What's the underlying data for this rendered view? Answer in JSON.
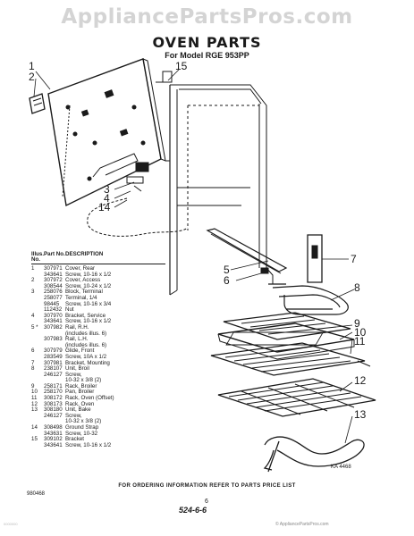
{
  "watermark": "AppliancePartsPros.com",
  "title": "OVEN PARTS",
  "subtitle": "For Model RGE 953PP",
  "callouts": [
    "1",
    "2",
    "3",
    "4",
    "14",
    "15",
    "5",
    "6",
    "7",
    "8",
    "9",
    "10",
    "11",
    "12",
    "13"
  ],
  "figure_ref": "KA 4468",
  "table": {
    "headers": {
      "illus": "Illus. No.",
      "part": "Part No.",
      "description": "DESCRIPTION"
    },
    "rows": [
      {
        "illus": "1",
        "part": "307971",
        "description": "Cover, Rear"
      },
      {
        "illus": "",
        "part": "343641",
        "description": "Screw, 10-16 x 1/2"
      },
      {
        "illus": "2",
        "part": "307972",
        "description": "Cover, Access"
      },
      {
        "illus": "",
        "part": "308544",
        "description": "Screw, 10-24 x 1/2"
      },
      {
        "illus": "3",
        "part": "258076",
        "description": "Block, Terminal"
      },
      {
        "illus": "",
        "part": "258077",
        "description": "Terminal, 1/4"
      },
      {
        "illus": "",
        "part": "98445",
        "description": "Screw, 10-16 x 3/4"
      },
      {
        "illus": "",
        "part": "112432",
        "description": "Nut"
      },
      {
        "illus": "4",
        "part": "307970",
        "description": "Bracket, Service"
      },
      {
        "illus": "",
        "part": "343641",
        "description": "Screw, 10-16 x 1/2"
      },
      {
        "illus": "5 *",
        "part": "307982",
        "description": "Rail, R.H."
      },
      {
        "illus": "",
        "part": "",
        "description": "(includes illus. 6)"
      },
      {
        "illus": "",
        "part": "307983",
        "description": "Rail, L.H."
      },
      {
        "illus": "",
        "part": "",
        "description": "(includes illus. 6)"
      },
      {
        "illus": "6",
        "part": "307979",
        "description": "Glide, Front"
      },
      {
        "illus": "",
        "part": "283549",
        "description": "Screw, 10A x 1/2"
      },
      {
        "illus": "7",
        "part": "307981",
        "description": "Bracket, Mounting"
      },
      {
        "illus": "8",
        "part": "238107",
        "description": "Unit, Broil"
      },
      {
        "illus": "",
        "part": "246127",
        "description": "Screw,"
      },
      {
        "illus": "",
        "part": "",
        "description": "10-32 x 3/8 (2)"
      },
      {
        "illus": "9",
        "part": "258171",
        "description": "Rack, Broiler"
      },
      {
        "illus": "10",
        "part": "258170",
        "description": "Pan, Broiler"
      },
      {
        "illus": "11",
        "part": "308172",
        "description": "Rack, Oven (Offset)"
      },
      {
        "illus": "12",
        "part": "308173",
        "description": "Rack, Oven"
      },
      {
        "illus": "13",
        "part": "308180",
        "description": "Unit, Bake"
      },
      {
        "illus": "",
        "part": "246127",
        "description": "Screw,"
      },
      {
        "illus": "",
        "part": "",
        "description": "10-32 x 3/8 (2)"
      },
      {
        "illus": "14",
        "part": "308498",
        "description": "Ground Strap"
      },
      {
        "illus": "",
        "part": "343631",
        "description": "Screw, 10-32"
      },
      {
        "illus": "15",
        "part": "309102",
        "description": "Bracket"
      },
      {
        "illus": "",
        "part": "343641",
        "description": "Screw, 10-16 x 1/2"
      }
    ]
  },
  "footer": {
    "note": "FOR ORDERING INFORMATION REFER TO PARTS PRICE LIST",
    "code": "980468",
    "page": "6",
    "handwritten": "524-6-6",
    "copyright": "© AppliancePartsPros.com",
    "side_ref": "0000000"
  }
}
